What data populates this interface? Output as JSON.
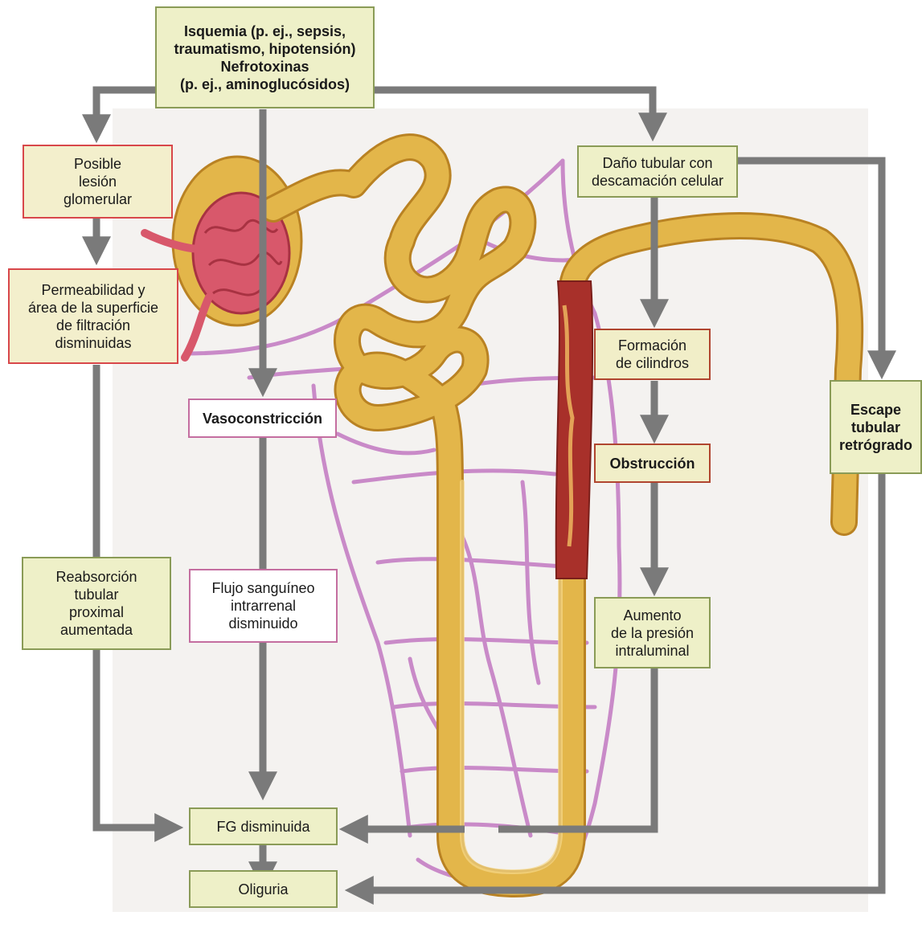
{
  "colors": {
    "arrow": "#7a7a7a",
    "vessel": "#c98ac8",
    "tubule": "#e3b64a",
    "tubule_edge": "#b98223",
    "glomerulus": "#d8586b"
  },
  "nodes": {
    "cause": "Isquemia (p. ej., sepsis,\ntraumatismo, hipotensión)\nNefrotoxinas\n(p. ej., aminoglucósidos)",
    "glomerular_injury": "Posible\nlesión\nglomerular",
    "permeability": "Permeabilidad y\nárea de la superficie\nde filtración\ndisminuidas",
    "reabsorption": "Reabsorción\ntubular\nproximal\naumentada",
    "vasoconstriction": "Vasoconstricción",
    "blood_flow": "Flujo sanguíneo\nintrarrenal\ndisminuido",
    "tubular_damage": "Daño tubular con\ndescamación celular",
    "casts": "Formación\nde cilindros",
    "obstruction": "Obstrucción",
    "pressure": "Aumento\nde la presión\nintraluminal",
    "backleak": "Escape\ntubular\nretrógrado",
    "gfr": "FG disminuida",
    "oliguria": "Oliguria"
  }
}
